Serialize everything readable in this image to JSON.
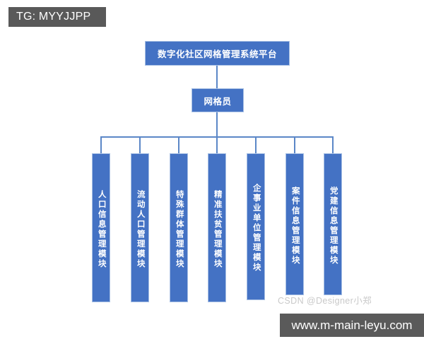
{
  "overlay": {
    "tg_badge": "TG: MYYJJPP",
    "url_badge": "www.m-main-leyu.com",
    "watermark": "CSDN @Designer小郑"
  },
  "colors": {
    "node_fill": "#4472c4",
    "node_border": "#a8c0e4",
    "connector": "#5b87c7",
    "badge_bg": "#595959",
    "background": "#ffffff"
  },
  "diagram": {
    "type": "org-chart",
    "root": {
      "label": "数字化社区网格管理系统平台"
    },
    "middle": {
      "label": "网格员"
    },
    "leaves": [
      {
        "label": "人口信息管理模块"
      },
      {
        "label": "流动人口管理模块"
      },
      {
        "label": "特殊群体管理模块"
      },
      {
        "label": "精准扶贫管理模块"
      },
      {
        "label": "企事业单位管理模块"
      },
      {
        "label": "案件信息管理模块"
      },
      {
        "label": "党建信息管理模块"
      }
    ]
  }
}
